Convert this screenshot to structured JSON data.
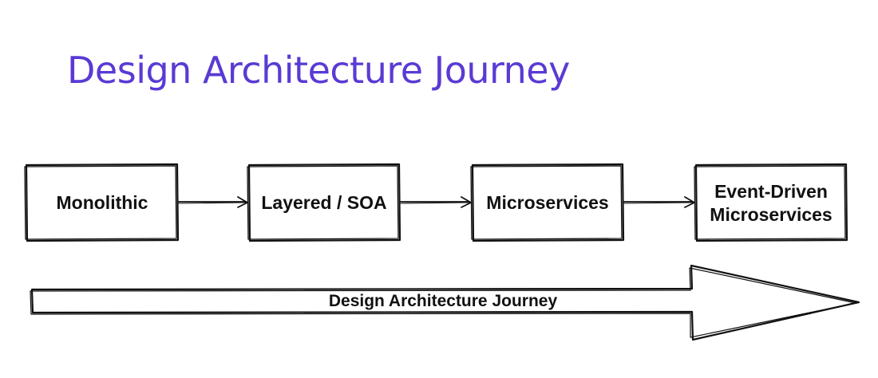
{
  "page": {
    "title": "Design Architecture Journey",
    "accent_color": "#5a3ad4"
  },
  "stages": [
    {
      "label": "Monolithic"
    },
    {
      "label": "Layered / SOA"
    },
    {
      "label": "Microservices"
    },
    {
      "label": "Event-Driven\nMicroservices"
    }
  ],
  "journey_arrow": {
    "label": "Design Architecture Journey"
  }
}
